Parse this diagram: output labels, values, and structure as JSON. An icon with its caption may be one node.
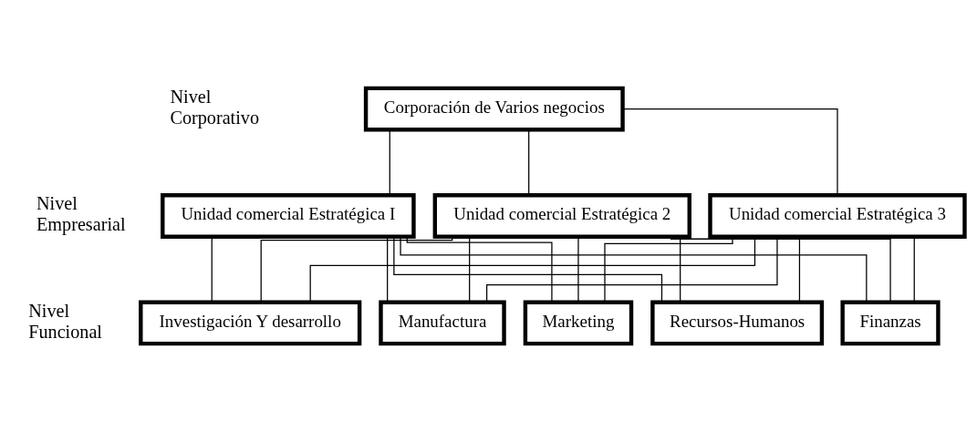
{
  "diagram": {
    "nodes": [
      {
        "text": [
          "Corporación de Varios negocios"
        ]
      },
      {
        "text": [
          "Unidad comercial Estratégica I"
        ]
      },
      {
        "text": [
          "Unidad comercial Estratégica 2"
        ]
      },
      {
        "text": [
          "Unidad comercial Estratégica 3"
        ]
      },
      {
        "text": [
          "Investigación Y desarrollo"
        ]
      },
      {
        "text": [
          "Manufactura"
        ]
      },
      {
        "text": [
          "Marketing"
        ]
      },
      {
        "text": [
          "Recursos-Humanos"
        ]
      },
      {
        "text": [
          "Finanzas"
        ]
      }
    ],
    "edges": [
      {
        "from": 0,
        "to": 1,
        "arrow": "none"
      },
      {
        "from": 0,
        "to": 2,
        "arrow": "none"
      },
      {
        "from": 0,
        "to": 3,
        "arrow": "none"
      },
      {
        "from": 1,
        "to": 4,
        "arrow": "none"
      },
      {
        "from": 1,
        "to": 5,
        "arrow": "none"
      },
      {
        "from": 1,
        "to": 6,
        "arrow": "none"
      },
      {
        "from": 1,
        "to": 7,
        "arrow": "none"
      },
      {
        "from": 1,
        "to": 8,
        "arrow": "none"
      },
      {
        "from": 2,
        "to": 4,
        "arrow": "none"
      },
      {
        "from": 2,
        "to": 5,
        "arrow": "none"
      },
      {
        "from": 2,
        "to": 6,
        "arrow": "none"
      },
      {
        "from": 2,
        "to": 7,
        "arrow": "none"
      },
      {
        "from": 2,
        "to": 8,
        "arrow": "none"
      },
      {
        "from": 3,
        "to": 4,
        "arrow": "none"
      },
      {
        "from": 3,
        "to": 5,
        "arrow": "none"
      },
      {
        "from": 3,
        "to": 6,
        "arrow": "none"
      },
      {
        "from": 3,
        "to": 7,
        "arrow": "none"
      },
      {
        "from": 3,
        "to": 8,
        "arrow": "none"
      }
    ],
    "labels": [
      "Nivel Corporativo",
      "Nivel Empresarial",
      "Nivel Funcional"
    ]
  }
}
